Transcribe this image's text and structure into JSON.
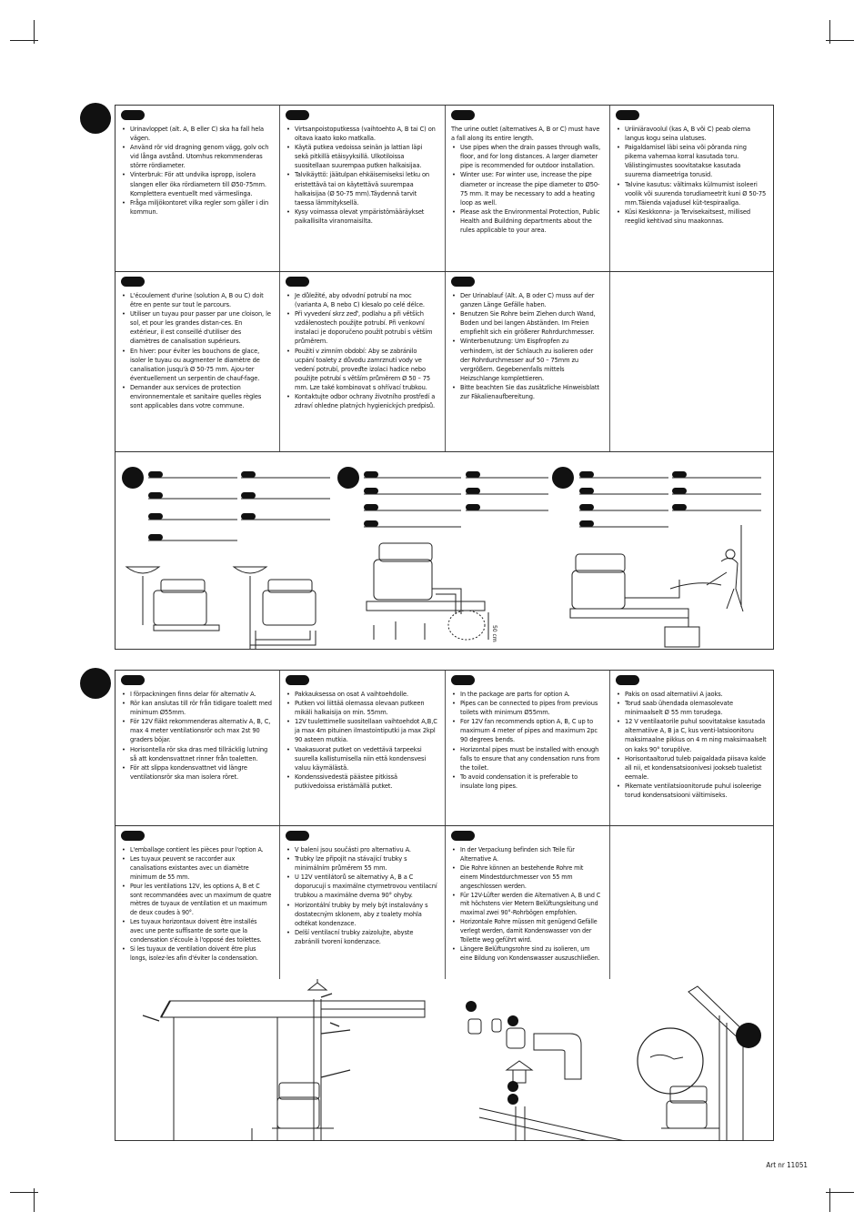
{
  "section1": {
    "top": [
      {
        "lang": "sv",
        "items": [
          "Urinavloppet (alt. A, B eller C) ska ha fall hela vägen.",
          "Använd rör vid dragning genom vägg, golv och vid långa avstånd. Utomhus rekommenderas större rördiameter.",
          "Vinterbruk: För att undvika ispropp, isolera slangen eller öka rördiametern till Ø50-75mm. Komplettera eventuellt med värmeslinga.",
          "Fråga miljökontoret vilka regler som gäller i din kommun."
        ]
      },
      {
        "lang": "fi",
        "items": [
          "Virtsanpoistoputkessa (vaihtoehto A, B tai C) on oltava kaato koko matkalla.",
          "Käytä putkea vedoissa seinän ja lattian läpi sekä pitkillä etäisyyksillä. Ulkotiloissa suositellaan suurempaa putken halkaisijaa.",
          "Talvikäyttö: jäätulpan ehkäisemiseksi letku on eristettävä tai on käytettävä suurempaa halkaisijaa (Ø 50-75 mm).Täydennä tarvit taessa lämmityksellä.",
          "Kysy voimassa olevat ympäristömääräykset paikallisilta viranomaisilta."
        ]
      },
      {
        "lang": "en",
        "intro": "The urine outlet (alternatives A, B or C) must have a fall along its entire length.",
        "items": [
          "Use pipes when the drain passes through walls, floor, and for long distances. A larger diameter pipe is recommended for outdoor installation.",
          "Winter use: For winter use, increase the pipe diameter or increase the pipe diameter to Ø50-75 mm. It may be necessary to add a heating loop as well.",
          "Please ask the Environmental Protection, Public Health and Buildning departments about the rules applicable to your area."
        ]
      },
      {
        "lang": "et",
        "items": [
          "Uriiniäravoolul (kas A, B või C) peab olema langus kogu seina ulatuses.",
          "Paigaldamisel läbi seina või põranda ning pikema vahemaa korral kasutada toru. Välistingimustes soovitatakse kasutada suurema diameetriga torusid.",
          "Talvine kasutus: vältimaks külmumist isoleeri voolik või suurenda torudiameetrit kuni Ø 50-75 mm.Täienda vajadusel küt-tespiraaliga.",
          "Küsi Keskkonna- ja Tervisekaitsest, millised reeglid kehtivad sinu maakonnas."
        ]
      }
    ],
    "bottom": [
      {
        "lang": "fr",
        "items": [
          "L'écoulement d'urine (solution A, B ou C) doit être en pente sur tout le parcours.",
          "Utiliser un tuyau pour passer par une cloison, le sol, et pour les grandes distan-ces. En extérieur, il est conseillé d'utiliser des diamètres de canalisation supérieurs.",
          "En hiver: pour éviter les bouchons de glace, isoler le tuyau ou augmenter le diamètre de canalisation jusqu'à Ø 50-75 mm. Ajou-ter éventuellement un serpentin de chauf-fage.",
          "Demander aux services de protection environnementale et sanitaire quelles règles sont applicables dans votre commune."
        ]
      },
      {
        "lang": "cs",
        "items": [
          "Je důležité, aby odvodní potrubí na moc (varianta A, B nebo C) klesalo po celé délce.",
          "Při vyvedení skrz zeď', podlahu a při větších vzdálenostech použijte potrubí. Při venkovní instalaci je doporučeno použít potrubí s větším průměrem.",
          "Použití v zimním období: Aby se zabránilo ucpání toalety z důvodu zamrznutí vody ve vedení potrubí, proveďte izolaci hadice nebo použijte potrubí s větším průměrem Ø 50 – 75 mm. Lze také kombinovat s ohřívací trubkou.",
          "Kontaktujte odbor ochrany životního prostředí a zdraví ohledne platných hygienických predpisů."
        ]
      },
      {
        "lang": "de",
        "items": [
          "Der Urinablauf (Alt. A, B oder C) muss auf der ganzen Länge Gefälle haben.",
          "Benutzen Sie Rohre beim Ziehen durch Wand, Boden und bei langen Abständen. Im Freien empfiehlt sich ein größerer Rohrdurchmesser.",
          "Winterbenutzung: Um Eispfropfen zu verhindern, ist der Schlauch zu isolieren oder der Rohrdurchmesser auf 50 – 75mm zu vergrößern. Gegebenenfalls mittels Heizschlange komplettieren.",
          "Bitte beachten Sie das zusätzliche Hinweisblatt zur Fäkalienaufbereitung."
        ]
      }
    ],
    "figure_label": "50 cm"
  },
  "section2": {
    "top": [
      {
        "lang": "sv",
        "items": [
          "I förpackningen finns delar för alternativ A.",
          "Rör kan anslutas till rör från tidigare toalett med minimum Ø55mm.",
          "För 12V fläkt rekommenderas alternativ A, B, C, max 4 meter ventilationsrör och max 2st 90 graders böjar.",
          "Horisontella rör ska dras med tillräcklig lutning så att kondensvattnet rinner från toaletten.",
          "För att slippa kondensvattnet vid längre ventilationsrör ska man isolera röret."
        ]
      },
      {
        "lang": "fi",
        "items": [
          "Pakkauksessa on osat A vaihtoehdolle.",
          "Putken voi liittää olemassa olevaan putkeen mikäli halkaisija on min. 55mm.",
          "12V tuulettimelle suositellaan vaihtoehdot A,B,C ja max 4m pituinen ilmastointiputki ja max 2kpl 90 asteen mutkia.",
          "Vaakasuorat putket on vedettävä tarpeeksi suurella kallistumisella niin että kondensvesi valuu käymälästä.",
          "Kondenssivedestä päästee pitkissä putkivedoissa eristämällä putket."
        ]
      },
      {
        "lang": "en",
        "items": [
          "In the package are parts for option A.",
          "Pipes can be connected to pipes from previous toilets with minimum Ø55mm.",
          "For 12V fan recommends option A, B, C up to maximum 4 meter of pipes and maximum 2pc 90 degrees bends.",
          "Horizontal pipes must be installed with enough falls to ensure that any condensation runs from the toilet.",
          "To avoid condensation it is preferable to insulate long pipes."
        ]
      },
      {
        "lang": "et",
        "items": [
          "Pakis on osad alternatiivi A jaoks.",
          "Torud saab ühendada olemasolevate minimaalselt Ø 55 mm torudega.",
          "12 V ventilaatorile puhul soovitatakse kasutada alternatiive A, B ja C, kus venti-latsioonitoru maksimaalne pikkus on 4 m ning maksimaalselt on kaks 90° torupõlve.",
          "Horisontaaltorud tuleb paigaldada piisava kalde all nii, et kondensatsioonivesi jookseb tualetist eemale.",
          "Pikemate ventilatsioonitorude puhul isoleerige torud kondensatsiooni vältimiseks."
        ]
      }
    ],
    "bottom": [
      {
        "lang": "fr",
        "items": [
          "L'emballage contient les pièces pour l'option A.",
          "Les tuyaux peuvent se raccorder aux canalisations existantes avec un diamètre minimum de 55 mm.",
          "Pour les ventilations 12V, les options A, B et C sont recommandées avec un maximum de quatre mètres de tuyaux de ventilation et un maximum de deux coudes à 90°.",
          "Les tuyaux horizontaux doivent être installés avec une pente suffisante de sorte que la condensation s'écoule à l'opposé des toilettes.",
          "Si les tuyaux de ventilation doivent être plus longs, isolez-les afin d'éviter la condensation."
        ]
      },
      {
        "lang": "cs",
        "items": [
          "V balení jsou součásti pro alternativu A.",
          "Trubky lze připojit na stávající trubky s minimálním průměrem 55 mm.",
          "U 12V ventilátorů se alternativy A, B a C doporucují s maximálne ctyrmetrovou ventilacní trubkou a maximálne dvema 90° ohyby.",
          "Horizontální trubky by mely být instalovány s dostatecným sklonem, aby z toalety mohla odtékat kondenzace.",
          "Delší ventilacní trubky zaizolujte, abyste zabránili tvorení kondenzace."
        ]
      },
      {
        "lang": "de",
        "items": [
          "In der Verpackung befinden sich Teile für Alternative A.",
          "Die Rohre können an bestehende Rohre mit einem Mindestdurchmesser von 55 mm angeschlossen werden.",
          "Für 12V-Lüfter werden die Alternativen A, B und C mit höchstens vier Metern Belüftungsleitung und maximal zwei 90°-Rohrbögen empfohlen.",
          "Horizontale Rohre müssen mit genügend Gefälle verlegt werden, damit Kondenswasser von der Toilette weg geführt wird.",
          "Längere Belüftungsrohre sind zu isolieren, um eine Bildung von Kondenswasser auszuschließen."
        ]
      }
    ]
  },
  "footer": {
    "art_no": "Art nr 11051"
  }
}
